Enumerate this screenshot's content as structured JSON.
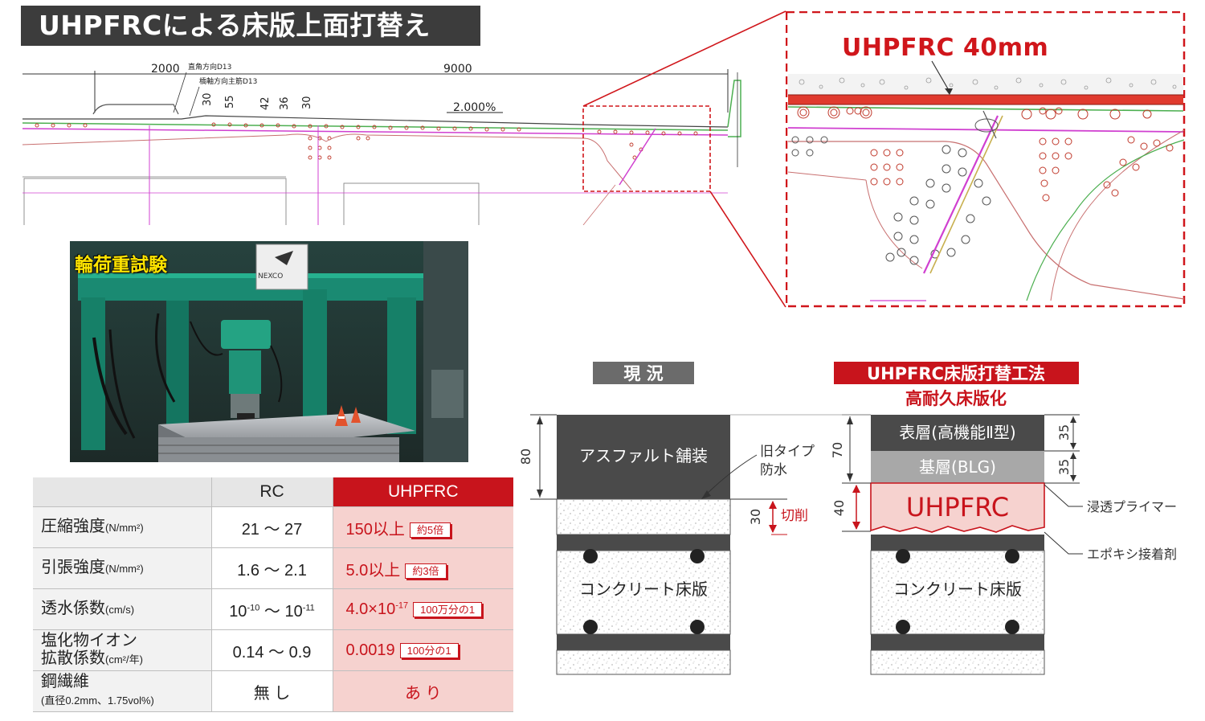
{
  "title": "UHPFRCによる床版上面打替え",
  "drawing": {
    "dim_left": "2000",
    "dim_right": "9000",
    "rebar_note1": "直角方向D13",
    "rebar_note2": "橋軸方向主筋D13",
    "dim_a": "30",
    "dim_b": "55",
    "dim_c": "42",
    "dim_d": "36",
    "dim_e": "30",
    "slope": "2.000%"
  },
  "zoom_label": "UHPFRC  40mm",
  "photo": {
    "label": "輪荷重試験",
    "sign": "NEXCO"
  },
  "table": {
    "headers": [
      "",
      "RC",
      "UHPFRC"
    ],
    "rows": [
      {
        "name": "圧縮強度",
        "unit": "(N/mm²)",
        "rc": "21 ～ 27",
        "uh": "150以上",
        "badge": "約5倍"
      },
      {
        "name": "引張強度",
        "unit": "(N/mm²)",
        "rc": "1.6 ～ 2.1",
        "uh": "5.0以上",
        "badge": "約3倍"
      },
      {
        "name": "透水係数",
        "unit": "(cm/s)",
        "rc_a": "10",
        "rc_a_exp": "-10",
        "rc_sep": " ～ ",
        "rc_b": "10",
        "rc_b_exp": "-11",
        "uh_a": "4.0×10",
        "uh_exp": "-17",
        "badge": "100万分の1"
      },
      {
        "name": "塩化物イオン",
        "name2": "拡散係数",
        "unit": "(cm²/年)",
        "rc": "0.14 ～ 0.9",
        "uh": "0.0019",
        "badge": "100分の1"
      },
      {
        "name": "鋼繊維",
        "sub": "(直径0.2mm、1.75vol%)",
        "rc": "無 し",
        "uh": "あ り"
      }
    ]
  },
  "cross_section": {
    "current": {
      "header": "現 況",
      "asphalt": "アスファルト舗装",
      "slab": "コンクリート床版",
      "dim_80": "80",
      "dim_30": "30",
      "cut": "切削",
      "waterproof1": "旧タイプ",
      "waterproof2": "防水"
    },
    "new": {
      "header": "UHPFRC床版打替工法",
      "subheader": "高耐久床版化",
      "surface": "表層(高機能Ⅱ型)",
      "base": "基層(BLG)",
      "uhpfrc": "UHPFRC",
      "slab": "コンクリート床版",
      "dim_70": "70",
      "dim_40": "40",
      "dim_35a": "35",
      "dim_35b": "35",
      "primer": "浸透プライマー",
      "epoxy": "エポキシ接着剤"
    }
  },
  "colors": {
    "accent_red": "#c8141c",
    "dark_header": "#3c3c3c",
    "uhpfrc_fill": "#f6d2cf"
  }
}
